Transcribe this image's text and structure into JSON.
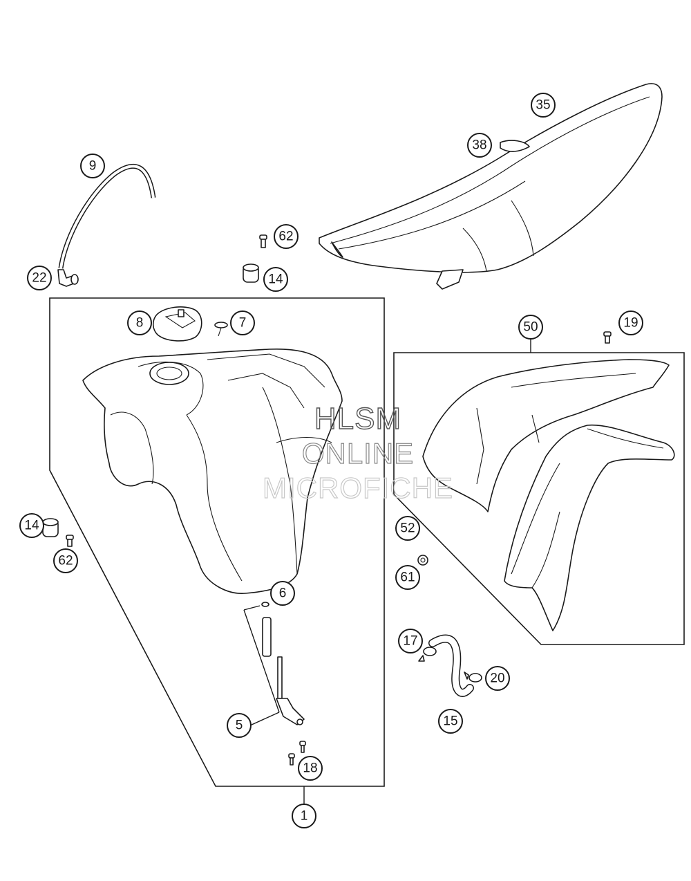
{
  "callouts": {
    "c35": "35",
    "c38": "38",
    "c9": "9",
    "c62a": "62",
    "c14a": "14",
    "c22": "22",
    "c8": "8",
    "c7": "7",
    "c50": "50",
    "c19": "19",
    "c14b": "14",
    "c62b": "62",
    "c52": "52",
    "c61": "61",
    "c6": "6",
    "c17": "17",
    "c20": "20",
    "c15": "15",
    "c5": "5",
    "c18": "18",
    "c1": "1"
  },
  "watermark": {
    "line1": "HLSM",
    "line2": "ONLINE",
    "line3": "MICROFICHE"
  }
}
